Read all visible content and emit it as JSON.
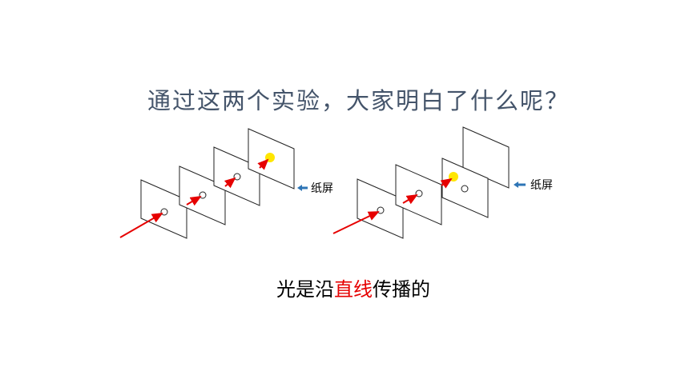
{
  "slide": {
    "title": "通过这两个实验，大家明白了什么呢？",
    "screen_label_left": "纸屏",
    "screen_label_right": "纸屏",
    "conclusion_prefix": "光是沿",
    "conclusion_highlight": "直线",
    "conclusion_suffix": "传播的"
  },
  "colors": {
    "title": "#44546a",
    "ray": "#e60000",
    "light_spot": "#ffe600",
    "pointer_arrow": "#2e75b6",
    "highlight_text": "#e60000"
  },
  "experiments": [
    {
      "name": "aligned-holes",
      "screens": 4,
      "light_passes_all_screens": true
    },
    {
      "name": "misaligned-hole",
      "screens": 4,
      "light_passes_all_screens": false
    }
  ]
}
